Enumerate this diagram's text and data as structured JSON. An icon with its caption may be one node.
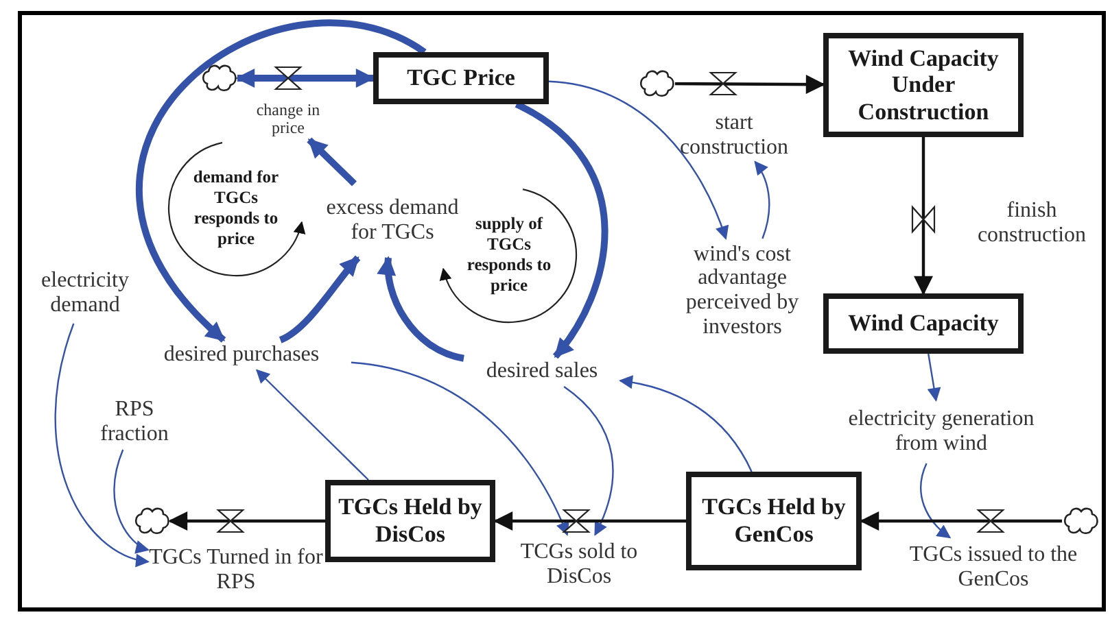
{
  "diagram": {
    "nodes": [
      {
        "text": [
          "TGC Price"
        ]
      },
      {
        "text": [],
        "shape": "cloud"
      },
      {
        "text": [
          "change in price"
        ]
      },
      {
        "text": [
          "demand for TGCs responds to price"
        ]
      },
      {
        "text": [
          "excess demand for TGCs"
        ]
      },
      {
        "text": [
          "supply of TGCs responds to price"
        ]
      },
      {
        "text": [],
        "shape": "cloud"
      },
      {
        "text": [
          "start construction"
        ]
      },
      {
        "text": [
          "Wind Capacity Under Construction"
        ]
      },
      {
        "text": [
          "finish construction"
        ]
      },
      {
        "text": [
          "wind's cost advantage perceived by investors"
        ]
      },
      {
        "text": [
          "Wind Capacity"
        ]
      },
      {
        "text": [
          "electricity demand"
        ]
      },
      {
        "text": [
          "desired purchases"
        ]
      },
      {
        "text": [
          "desired sales"
        ]
      },
      {
        "text": [
          "electricity generation from wind"
        ]
      },
      {
        "text": [
          "RPS fraction"
        ]
      },
      {
        "text": [],
        "shape": "cloud"
      },
      {
        "text": [
          "TGCs Held by DisCos"
        ]
      },
      {
        "text": [
          "TGCs Held by GenCos"
        ]
      },
      {
        "text": [],
        "shape": "cloud"
      },
      {
        "text": [
          "TGCs Turned in for RPS"
        ]
      },
      {
        "text": [
          "TCGs sold to DisCos"
        ]
      },
      {
        "text": [
          "TGCs issued to the GenCos"
        ]
      }
    ],
    "edges": [
      {
        "from": 1,
        "to": 0,
        "arrow": "both",
        "style": "thick"
      },
      {
        "from": 0,
        "to": 13,
        "arrow": "to",
        "style": "thick"
      },
      {
        "from": 0,
        "to": 14,
        "arrow": "to",
        "style": "thick"
      },
      {
        "from": 0,
        "to": 10,
        "arrow": "to"
      },
      {
        "from": 4,
        "to": 2,
        "arrow": "to",
        "style": "thick"
      },
      {
        "from": 13,
        "to": 4,
        "arrow": "to",
        "style": "thick"
      },
      {
        "from": 14,
        "to": 4,
        "arrow": "to",
        "style": "thick"
      },
      {
        "from": 10,
        "to": 7,
        "arrow": "to"
      },
      {
        "from": 6,
        "to": 8,
        "arrow": "to",
        "color": "#111111"
      },
      {
        "from": 8,
        "to": 11,
        "arrow": "to",
        "color": "#111111"
      },
      {
        "from": 11,
        "to": 15,
        "arrow": "to"
      },
      {
        "from": 12,
        "to": 21,
        "arrow": "to"
      },
      {
        "from": 16,
        "to": 21,
        "arrow": "to"
      },
      {
        "from": 18,
        "to": 13,
        "arrow": "to"
      },
      {
        "from": 13,
        "to": 22,
        "arrow": "to"
      },
      {
        "from": 14,
        "to": 22,
        "arrow": "to"
      },
      {
        "from": 19,
        "to": 14,
        "arrow": "to"
      },
      {
        "from": 15,
        "to": 23,
        "arrow": "to"
      },
      {
        "from": 18,
        "to": 17,
        "arrow": "to",
        "color": "#111111"
      },
      {
        "from": 19,
        "to": 18,
        "arrow": "to",
        "color": "#111111"
      },
      {
        "from": 20,
        "to": 19,
        "arrow": "to",
        "color": "#111111"
      }
    ]
  }
}
